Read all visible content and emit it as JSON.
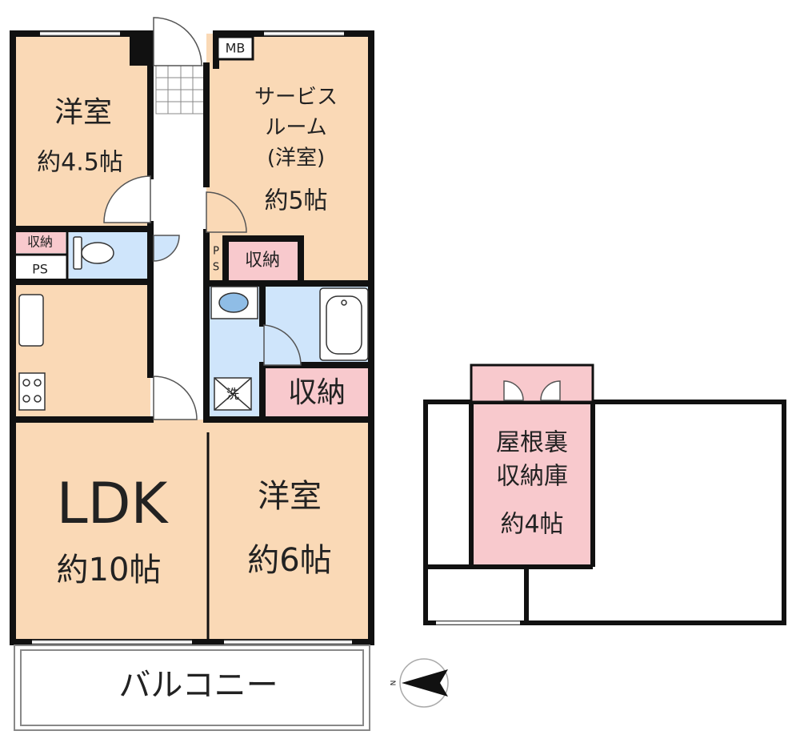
{
  "colors": {
    "room": "#fad9b6",
    "wet": "#cfe5fb",
    "storage": "#f8c9cd",
    "wall": "#111111",
    "line": "#888888"
  },
  "rooms": {
    "western1": {
      "name": "洋室",
      "size": "約4.5帖"
    },
    "service": {
      "name_line1": "サービス",
      "name_line2": "ルーム",
      "name_line3": "(洋室)",
      "size": "約5帖"
    },
    "ldk": {
      "name": "LDK",
      "size": "約10帖"
    },
    "western2": {
      "name": "洋室",
      "size": "約6帖"
    },
    "attic": {
      "name_line1": "屋根裏",
      "name_line2": "収納庫",
      "size": "約4帖"
    }
  },
  "labels": {
    "storage_small_left": "収納",
    "ps_left": "PS",
    "mb": "MB",
    "ps_right_top": "P",
    "ps_right_bottom": "S",
    "storage_service": "収納",
    "storage_big": "収納",
    "washer": "洗",
    "balcony": "バルコニー",
    "compass_n": "N"
  },
  "icons": [
    "toilet-icon",
    "sink-icon",
    "bathtub-icon",
    "stove-icon",
    "washer-icon",
    "compass-icon"
  ]
}
